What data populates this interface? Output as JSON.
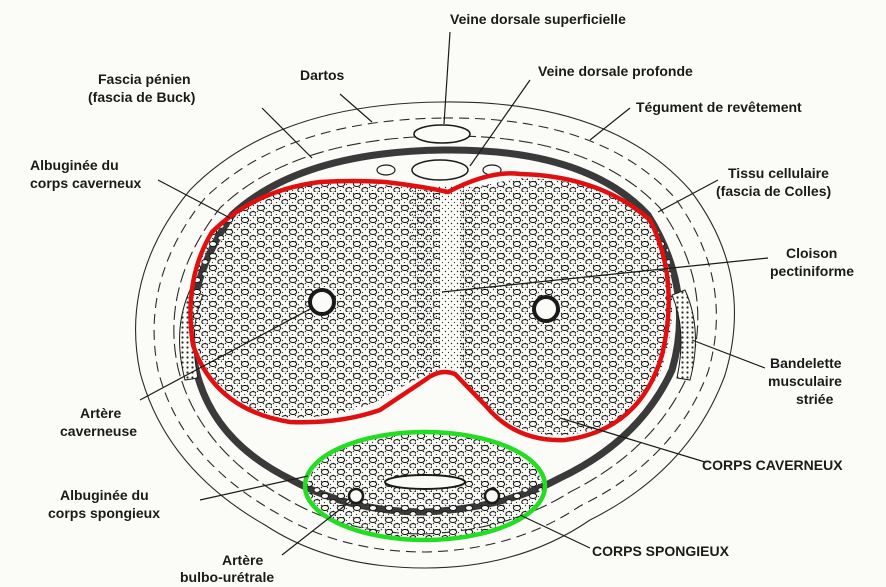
{
  "labels": {
    "veine_dorsale_superficielle": "Veine dorsale superficielle",
    "veine_dorsale_profonde": "Veine dorsale profonde",
    "dartos": "Dartos",
    "fascia_penien_line1": "Fascia pénien",
    "fascia_penien_line2": "(fascia de Buck)",
    "tegument": "Tégument de revêtement",
    "albuginee_cc_line1": "Albuginée du",
    "albuginee_cc_line2": "corps caverneux",
    "tissu_cellulaire_line1": "Tissu cellulaire",
    "tissu_cellulaire_line2": "(fascia de Colles)",
    "cloison_line1": "Cloison",
    "cloison_line2": "pectiniforme",
    "bandelette_line1": "Bandelette",
    "bandelette_line2": "musculaire",
    "bandelette_line3": "striée",
    "artere_caverneuse_line1": "Artère",
    "artere_caverneuse_line2": "caverneuse",
    "corps_caverneux": "CORPS CAVERNEUX",
    "albuginee_cs_line1": "Albuginée du",
    "albuginee_cs_line2": "corps spongieux",
    "corps_spongieux": "CORPS SPONGIEUX",
    "artere_bulbo_line1": "Artère",
    "artere_bulbo_line2": "bulbo-urétrale"
  },
  "colors": {
    "background": "#fbfbf8",
    "ink": "#1a1a1a",
    "albuginea_band": "#3a3a3a",
    "highlight_cavernosum": "#e01010",
    "highlight_spongiosum": "#22dd22"
  }
}
